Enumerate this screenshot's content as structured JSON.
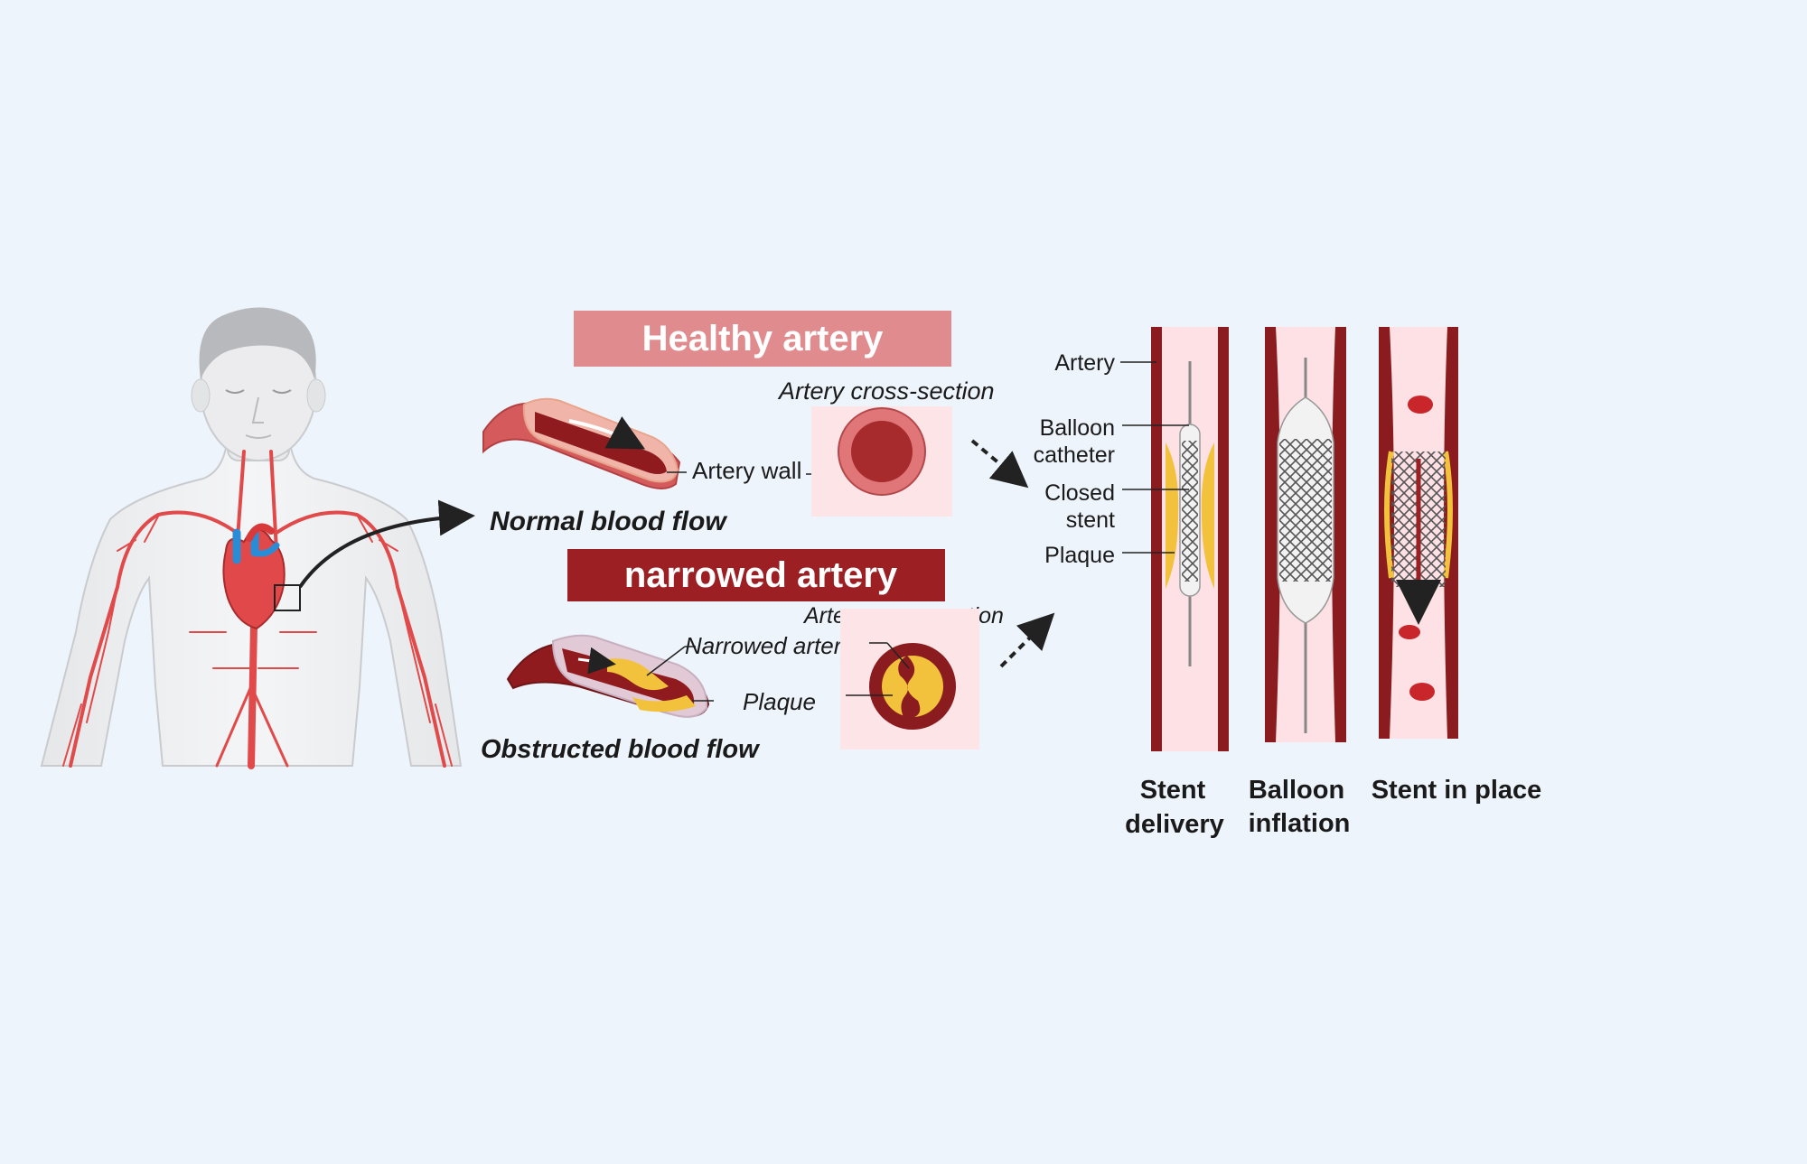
{
  "headers": {
    "healthy": "Healthy artery",
    "narrowed": "narrowed artery"
  },
  "healthy": {
    "cross_section": "Artery cross-section",
    "artery_wall": "Artery wall",
    "flow": "Normal blood flow"
  },
  "narrowed": {
    "cross_section": "Artery cross-section",
    "narrowed_artery": "Narrowed artery",
    "plaque": "Plaque",
    "flow": "Obstructed blood flow"
  },
  "stent_labels": {
    "artery": "Artery",
    "balloon_1": "Balloon",
    "balloon_2": "catheter",
    "closed_1": "Closed",
    "closed_2": "stent",
    "plaque": "Plaque"
  },
  "steps": {
    "s1_line1": "Stent",
    "s1_line2": "delivery",
    "s2_line1": "Balloon",
    "s2_line2": "inflation",
    "s3": "Stent in place"
  },
  "colors": {
    "healthy_header": "#e08b8e",
    "narrowed_header": "#9b1f23",
    "artery_wall": "#8a1c1f",
    "plaque": "#f2c23d",
    "vessel_blue": "#2b8cd6"
  }
}
